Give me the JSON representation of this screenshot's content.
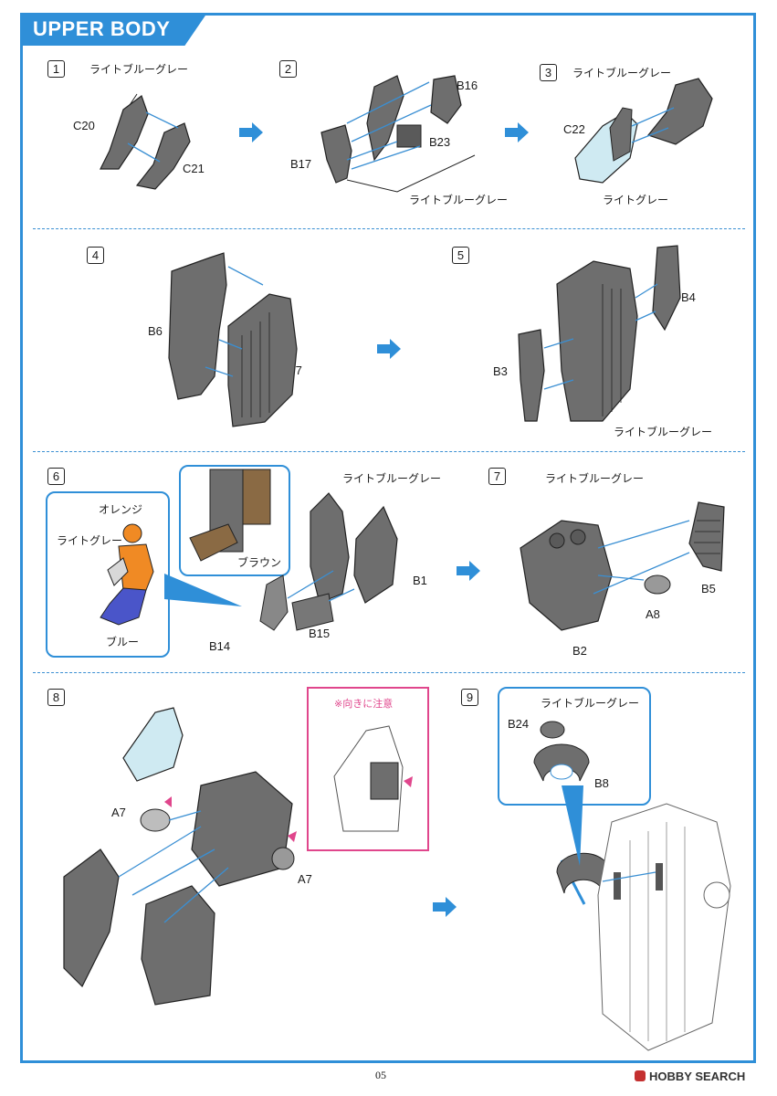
{
  "header": {
    "title": "UPPER BODY"
  },
  "colors": {
    "accent": "#2f8fd8",
    "caution": "#e0468c",
    "part_gray": "#6e6e6e",
    "light_blue": "#cfeaf2"
  },
  "steps": [
    {
      "number": "1",
      "labels": [
        "ライトブルーグレー"
      ],
      "parts": [
        "C20",
        "C21"
      ]
    },
    {
      "number": "2",
      "labels": [
        "ライトブルーグレー"
      ],
      "parts": [
        "B16",
        "B17",
        "B23"
      ]
    },
    {
      "number": "3",
      "labels": [
        "ライトブルーグレー",
        "ライトグレー"
      ],
      "parts": [
        "C22"
      ]
    },
    {
      "number": "4",
      "parts": [
        "B6",
        "B7"
      ]
    },
    {
      "number": "5",
      "labels": [
        "ライトブルーグレー"
      ],
      "parts": [
        "B3",
        "B4"
      ]
    },
    {
      "number": "6",
      "labels": [
        "ライトブルーグレー",
        "オレンジ",
        "ライトグレー",
        "ブルー",
        "ブラウン"
      ],
      "parts": [
        "B1",
        "B14",
        "B15"
      ]
    },
    {
      "number": "7",
      "labels": [
        "ライトブルーグレー"
      ],
      "parts": [
        "B2",
        "B5",
        "A8"
      ]
    },
    {
      "number": "8",
      "caution": "※向きに注意",
      "parts": [
        "A7",
        "A7"
      ]
    },
    {
      "number": "9",
      "labels": [
        "ライトブルーグレー"
      ],
      "parts": [
        "B24",
        "B8"
      ]
    }
  ],
  "footer": {
    "page_number": "05",
    "logo": "HOBBY SEARCH"
  }
}
